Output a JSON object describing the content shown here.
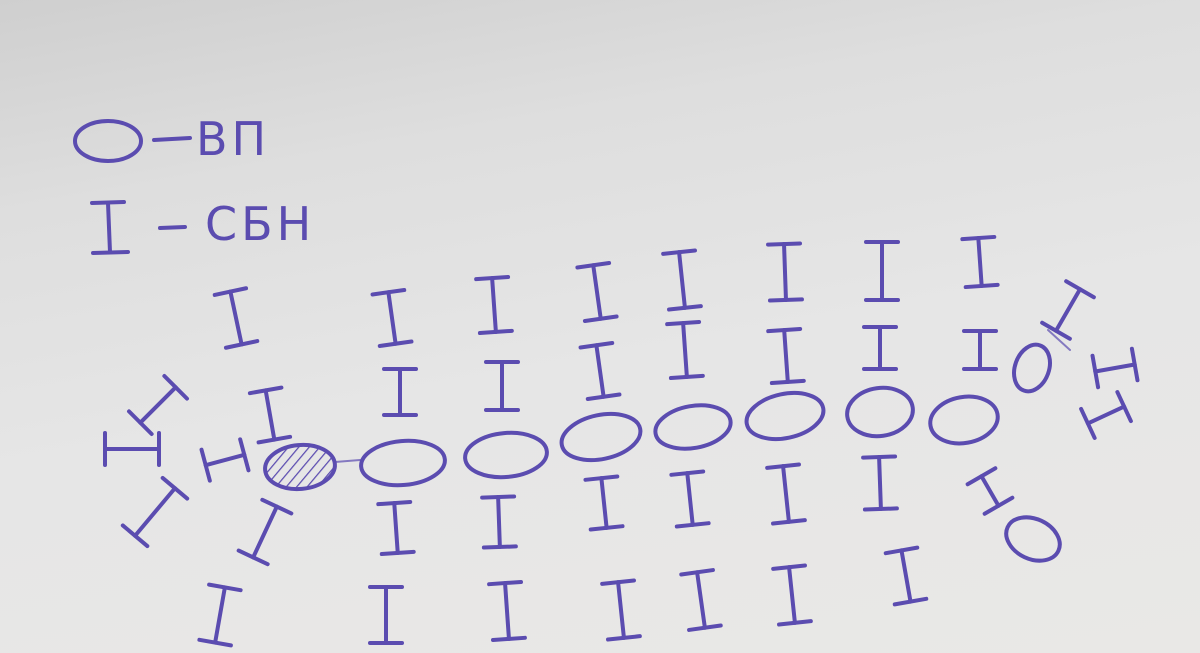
{
  "legend": {
    "chain_stitch": {
      "symbol": "O",
      "label": "ВП"
    },
    "single_crochet": {
      "symbol": "I",
      "label": "СБН"
    }
  },
  "ink_color": "#5b4cb0"
}
